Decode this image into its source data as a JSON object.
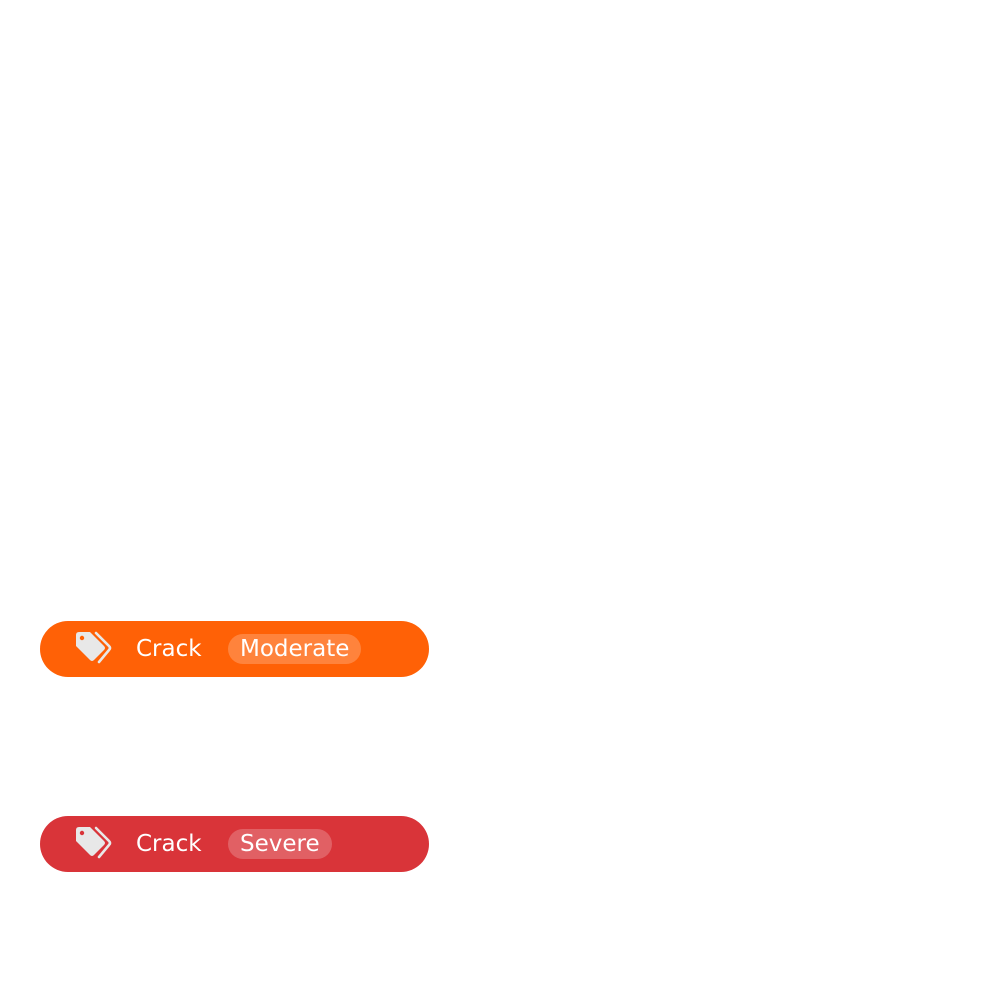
{
  "tags": [
    {
      "label": "Crack",
      "severity": "Moderate",
      "color": "#FF6106",
      "icon": "tags-icon"
    },
    {
      "label": "Crack",
      "severity": "Severe",
      "color": "#D93439",
      "icon": "tags-icon"
    }
  ]
}
